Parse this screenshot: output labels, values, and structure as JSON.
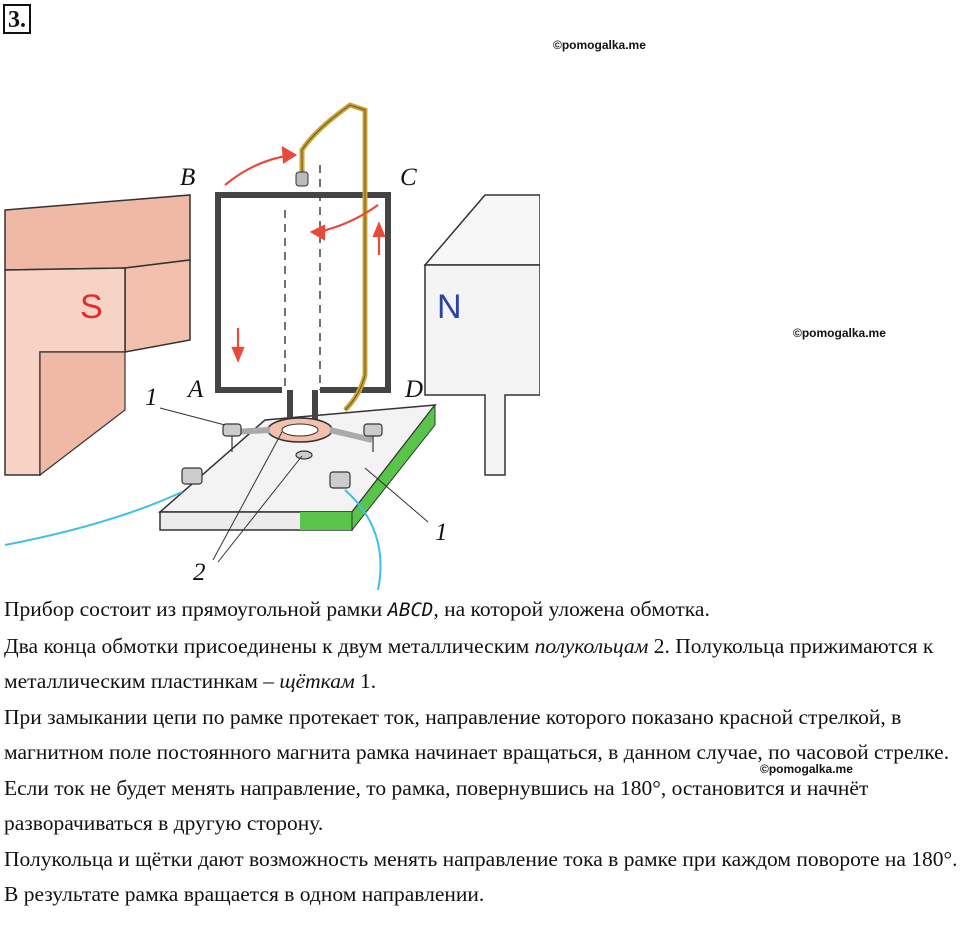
{
  "task_number": "3.",
  "watermarks": [
    "©pomogalka.me",
    "©pomogalka.me",
    "©pomogalka.me"
  ],
  "figure": {
    "left_magnet_label": "S",
    "right_magnet_label": "N",
    "corner_labels": {
      "a": "A",
      "b": "B",
      "c": "C",
      "d": "D"
    },
    "brush_label_left": "1",
    "brush_label_right": "1",
    "half_ring_label": "2",
    "colors": {
      "s_magnet_face": "#f0b9a6",
      "s_magnet_front": "#f6d3c5",
      "n_magnet": "#f4f4f4",
      "arrow": "#e84a3a",
      "wire": "#c9a53b",
      "board_edge": "#58c54a",
      "cable": "#3fc0e6",
      "s_label": "#e8292c",
      "n_label": "#2b42a8"
    }
  },
  "paragraphs": [
    {
      "pre": "Прибор состоит из прямоугольной рамки ",
      "formula": "ABCD",
      "post": ", на которой уложена обмотка."
    },
    {
      "pre": "Два конца обмотки присоединены к двум металлическим ",
      "em": "полукольцам",
      "post": " 2. Полукольца прижимаются к металлическим пластинкам – ",
      "em2": "щёткам",
      "post2": " 1."
    },
    {
      "text": "При замыкании цепи по рамке протекает ток, направление которого показано красной стрелкой, в магнитном поле постоянного магнита рамка начинает вращаться, в данном случае, по часовой стрелке."
    },
    {
      "text": "Если ток не будет менять направление, то рамка, повернувшись на 180°, остановится и начнёт разворачиваться в другую сторону."
    },
    {
      "text": "Полукольца и щётки дают возможность менять направление тока в рамке при каждом повороте на 180°. В результате рамка вращается в одном направлении."
    }
  ]
}
